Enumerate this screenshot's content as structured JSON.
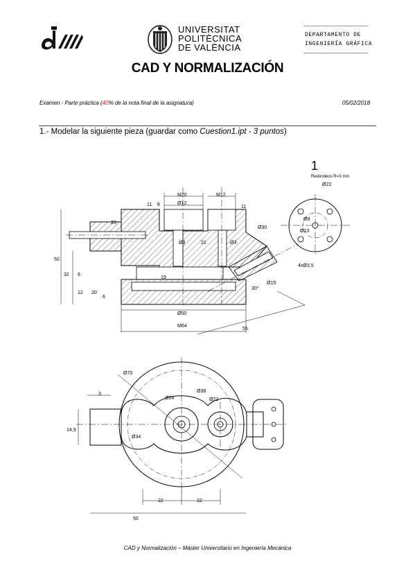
{
  "header": {
    "university_lines": [
      "UNIVERSITAT",
      "POLITÈCNICA",
      "DE VALÈNCIA"
    ],
    "department_lines": [
      "DEPARTAMENTO DE",
      "INGENIERÍA GRÁFICA"
    ]
  },
  "title": "CAD Y NORMALIZACIÓN",
  "exam": {
    "prefix": "Examen - Parte práctica (",
    "percent": "40",
    "suffix": "% de la nota final de la asignatura)",
    "date": "05/02/2018"
  },
  "question": {
    "prefix": "1.- Modelar la siguiente pieza (guardar como ",
    "italic": "Cuestion1.ipt - 3 puntos",
    "suffix": ")"
  },
  "drawing": {
    "sheet_number": "1",
    "note": "Redondeos  R=3 mm",
    "dims": {
      "m20": "M20",
      "d12": "Ø12",
      "m12": "M12",
      "d3a": "Ø3",
      "d3b": "Ø3",
      "v21": "21",
      "v11a": "11",
      "v8": "8",
      "v11b": "11",
      "v50": "50",
      "v32": "32",
      "v6": "6",
      "v12": "12",
      "v20": "20",
      "v6b": "6",
      "v23": "23",
      "v19": "19",
      "d50": "Ø50",
      "m64": "M64",
      "v55": "55",
      "d30": "Ø30",
      "d9": "Ø9",
      "d22": "Ø22",
      "d13": "Ø13",
      "v30deg": "30°",
      "d15": "Ø15",
      "d3x5": "4xØ3.5",
      "r70": "Ø70",
      "d24": "Ø24",
      "d38": "Ø38",
      "d34": "Ø34",
      "d21": "Ø21",
      "v14_9": "14,9",
      "v3": "3",
      "v22a": "22",
      "v22b": "22",
      "v50b": "50"
    }
  },
  "footer": "CAD y Normalización – Máster Universitario en Ingeniería Mecánica"
}
